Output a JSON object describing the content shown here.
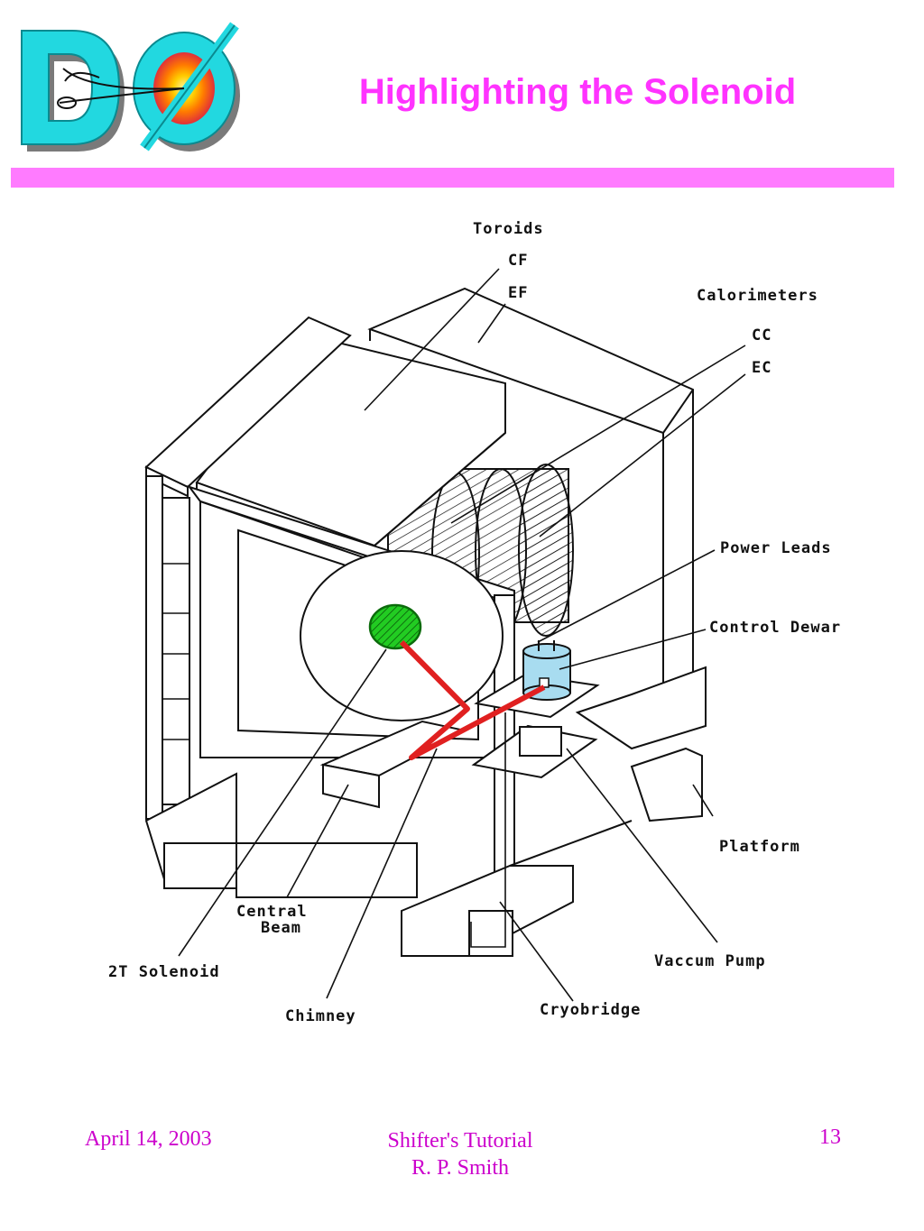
{
  "slide": {
    "title": "Highlighting the Solenoid",
    "footer": {
      "date": "April 14, 2003",
      "center_line1": "Shifter's Tutorial",
      "center_line2": "R. P. Smith",
      "page": "13"
    }
  },
  "diagram": {
    "labels": {
      "toroids": "Toroids",
      "cf": "CF",
      "ef": "EF",
      "calorimeters": "Calorimeters",
      "cc": "CC",
      "ec": "EC",
      "power_leads": "Power Leads",
      "control_dewar": "Control Dewar",
      "platform": "Platform",
      "vaccum_pump": "Vaccum Pump",
      "cryobridge": "Cryobridge",
      "chimney": "Chimney",
      "central_beam_line1": "Central",
      "central_beam_line2": "Beam",
      "solenoid_2t": "2T Solenoid"
    },
    "colors": {
      "solenoid_fill": "#22cc22",
      "highlight_path": "#e02020",
      "dewar_fill": "#a8dcf0",
      "title": "#ff33ff",
      "rule": "#ff7bff",
      "footer": "#cc00cc"
    }
  }
}
